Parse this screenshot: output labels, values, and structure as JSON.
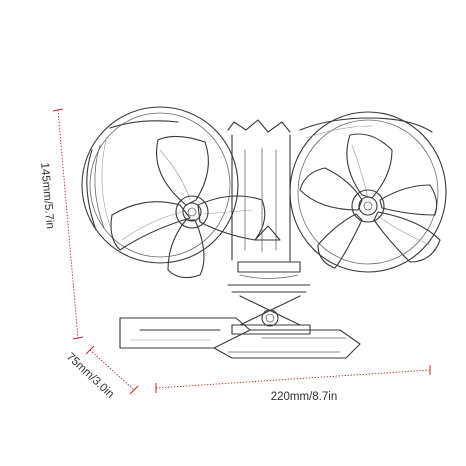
{
  "product": {
    "name": "",
    "image": "twin-fan-stove-fan-sketch"
  },
  "dimensions": {
    "height_label": "145mm/5.7in",
    "depth_label": "75mm/3.0in",
    "width_label": "220mm/8.7in"
  },
  "colors": {
    "dimension_line": "#c0282f",
    "sketch_stroke": "#3a3a3a",
    "label_text": "#333333"
  }
}
